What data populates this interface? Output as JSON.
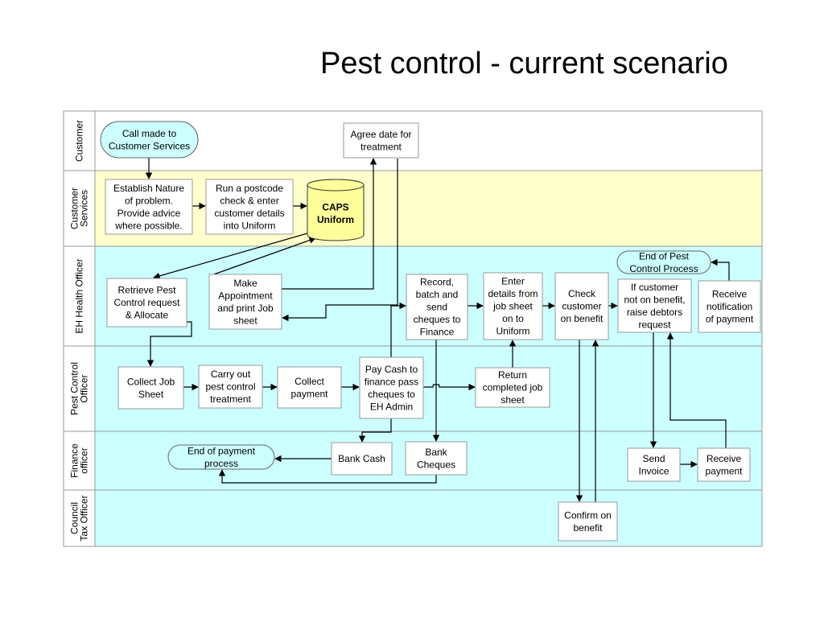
{
  "title": "Pest control - current scenario",
  "colors": {
    "lane_customer": "#ffffff",
    "lane_customer_services": "#ffffcc",
    "lane_eh": "#ccffff",
    "lane_pest": "#ccffff",
    "lane_finance": "#ccffff",
    "lane_council": "#ccffff",
    "terminator_fill": "#ccffff",
    "database_fill": "#ffff99",
    "box_fill": "#ffffff",
    "line": "#000000",
    "border": "#999999"
  },
  "lanes": [
    {
      "id": "customer",
      "label": [
        "Customer"
      ]
    },
    {
      "id": "customer_services",
      "label": [
        "Customer",
        "Services"
      ]
    },
    {
      "id": "eh",
      "label": [
        "EH Health Officer"
      ]
    },
    {
      "id": "pest",
      "label": [
        "Pest Control",
        "Officer"
      ]
    },
    {
      "id": "finance",
      "label": [
        "Finance",
        "officer"
      ]
    },
    {
      "id": "council",
      "label": [
        "Council",
        "Tax Officer"
      ]
    }
  ],
  "nodes": [
    {
      "id": "call",
      "shape": "terminator",
      "lines": [
        "Call made to",
        "Customer Services"
      ]
    },
    {
      "id": "agree",
      "shape": "box",
      "lines": [
        "Agree date for",
        "treatment"
      ]
    },
    {
      "id": "establish",
      "shape": "box",
      "lines": [
        "Establish Nature",
        "of problem.",
        "Provide advice",
        "where possible."
      ]
    },
    {
      "id": "postcode",
      "shape": "box",
      "lines": [
        "Run a postcode",
        "check & enter",
        "customer details",
        "into Uniform"
      ]
    },
    {
      "id": "caps",
      "shape": "database",
      "lines": [
        "CAPS",
        "Uniform"
      ]
    },
    {
      "id": "endpest",
      "shape": "terminator",
      "lines": [
        "End of Pest",
        "Control Process"
      ]
    },
    {
      "id": "retrieve",
      "shape": "box",
      "lines": [
        "Retrieve Pest",
        "Control request",
        "& Allocate"
      ]
    },
    {
      "id": "make",
      "shape": "box",
      "lines": [
        "Make",
        "Appointment",
        "and print Job",
        "sheet"
      ]
    },
    {
      "id": "record",
      "shape": "box",
      "lines": [
        "Record,",
        "batch and",
        "send",
        "cheques to",
        "Finance"
      ]
    },
    {
      "id": "enter",
      "shape": "box",
      "lines": [
        "Enter",
        "details from",
        "job sheet",
        "on to",
        "Uniform"
      ]
    },
    {
      "id": "check",
      "shape": "box",
      "lines": [
        "Check",
        "customer",
        "on benefit"
      ]
    },
    {
      "id": "ifcust",
      "shape": "box",
      "lines": [
        "If customer",
        "not on benefit,",
        "raise debtors",
        "request"
      ]
    },
    {
      "id": "recnotif",
      "shape": "box",
      "lines": [
        "Receive",
        "notification",
        "of payment"
      ]
    },
    {
      "id": "collectjob",
      "shape": "box",
      "lines": [
        "Collect Job",
        "Sheet"
      ]
    },
    {
      "id": "carry",
      "shape": "box",
      "lines": [
        "Carry out",
        "pest control",
        "treatment"
      ]
    },
    {
      "id": "collectpay",
      "shape": "box",
      "lines": [
        "Collect",
        "payment"
      ]
    },
    {
      "id": "paycash",
      "shape": "box",
      "lines": [
        "Pay Cash to",
        "finance pass",
        "cheques to",
        "EH Admin"
      ]
    },
    {
      "id": "return",
      "shape": "box",
      "lines": [
        "Return",
        "completed job",
        "sheet"
      ]
    },
    {
      "id": "endpay",
      "shape": "terminator",
      "lines": [
        "End of payment",
        "process"
      ]
    },
    {
      "id": "bankcash",
      "shape": "box",
      "lines": [
        "Bank Cash"
      ]
    },
    {
      "id": "bankcheq",
      "shape": "box",
      "lines": [
        "Bank",
        "Cheques"
      ]
    },
    {
      "id": "sendinv",
      "shape": "box",
      "lines": [
        "Send",
        "Invoice"
      ]
    },
    {
      "id": "recpay",
      "shape": "box",
      "lines": [
        "Receive",
        "payment"
      ]
    },
    {
      "id": "confirm",
      "shape": "box",
      "lines": [
        "Confirm on",
        "benefit"
      ]
    }
  ]
}
